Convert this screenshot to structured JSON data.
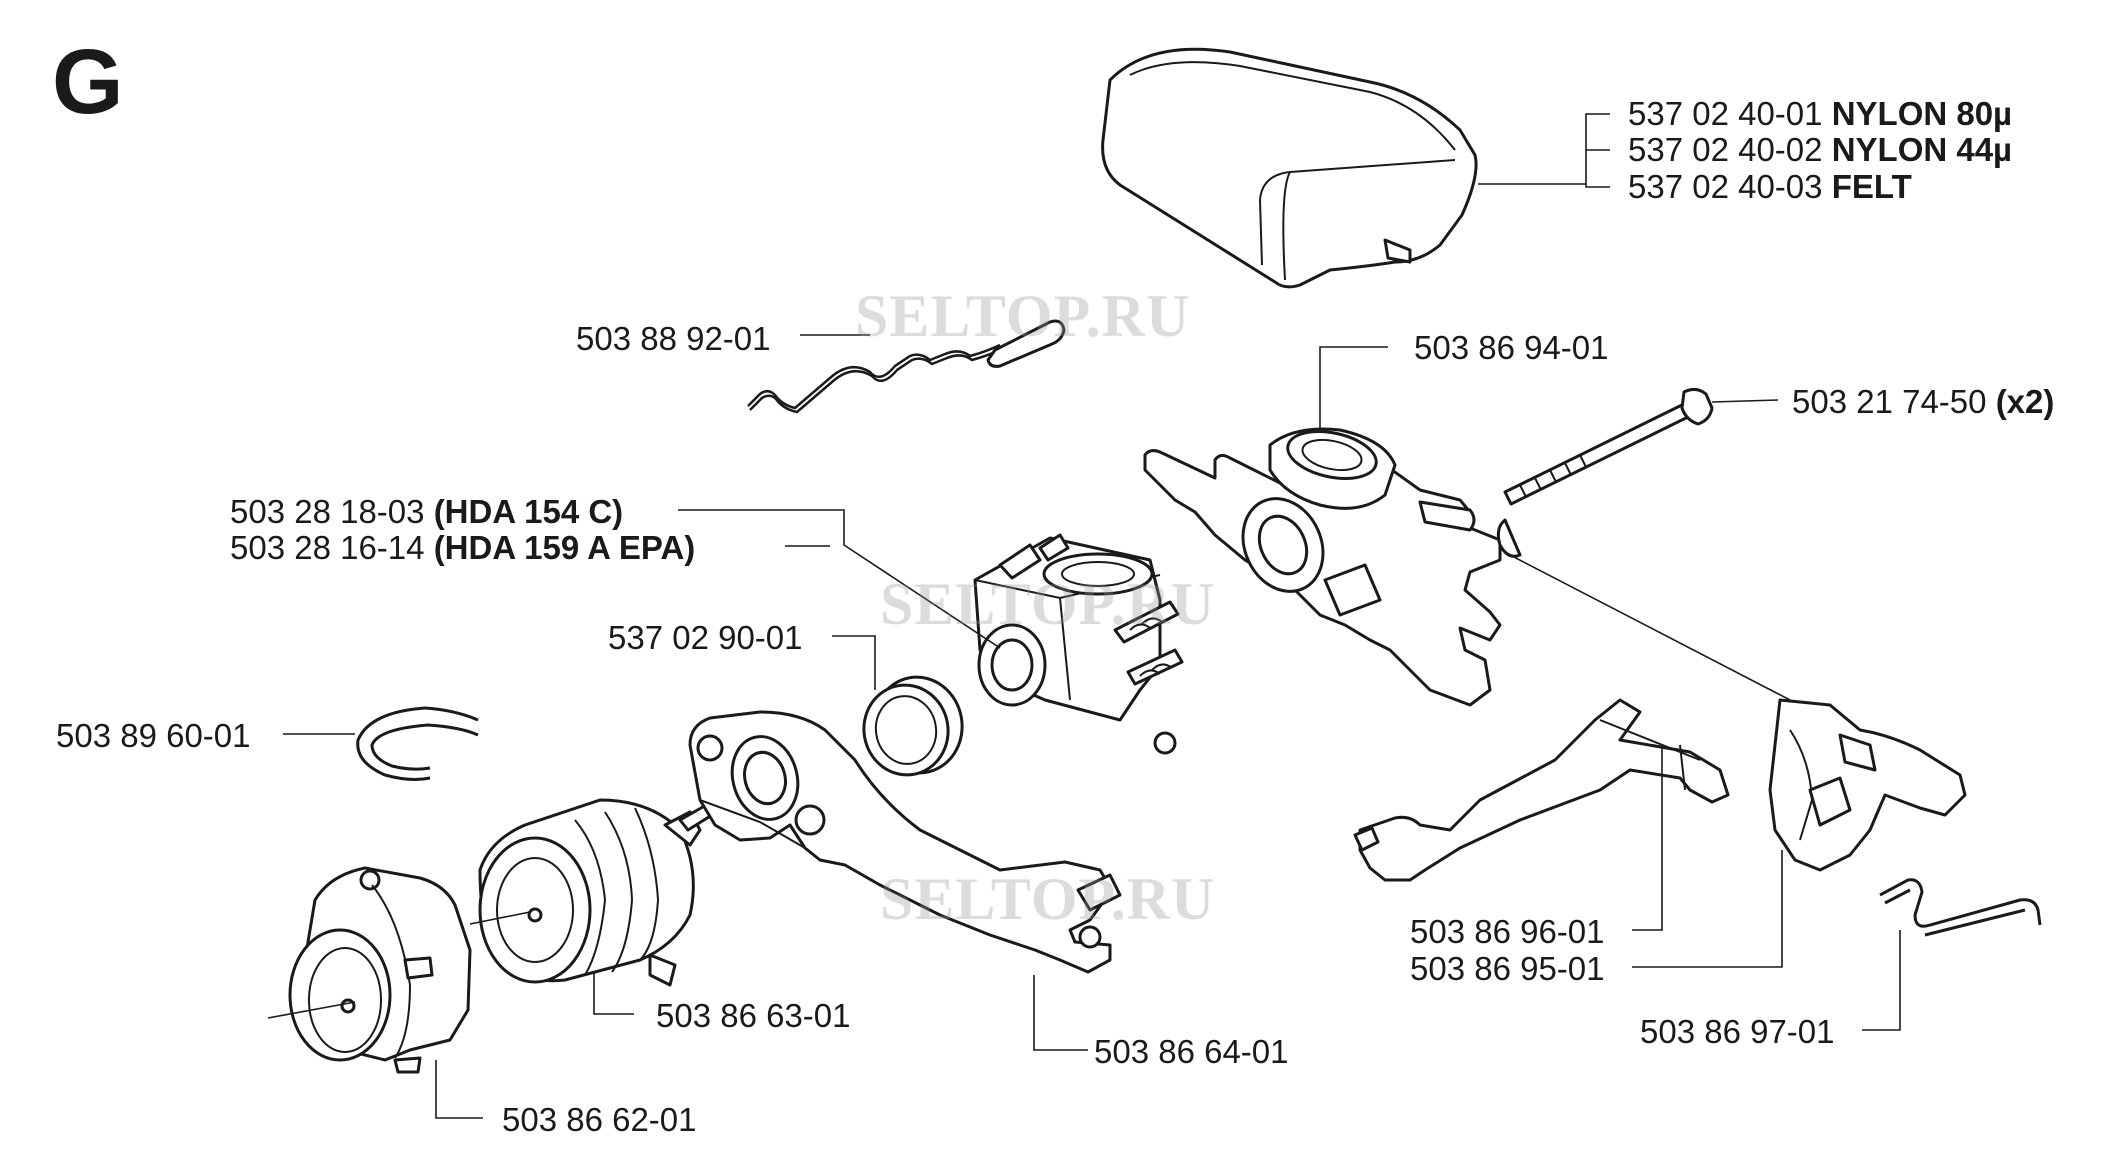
{
  "section_letter": "G",
  "watermark": "SELTOP.RU",
  "labels": {
    "filter_1": {
      "num": "537 02 40-01",
      "desc": "NYLON 80µ"
    },
    "filter_2": {
      "num": "537 02 40-02",
      "desc": "NYLON 44µ"
    },
    "filter_3": {
      "num": "537 02 40-03",
      "desc": "FELT"
    },
    "rod": {
      "num": "503 88 92-01"
    },
    "manifold": {
      "num": "503 86 94-01"
    },
    "bolt": {
      "num": "503 21 74-50",
      "desc": "(x2)"
    },
    "carb_1": {
      "num": "503 28 18-03",
      "desc": "(HDA 154 C)"
    },
    "carb_2": {
      "num": "503 28 16-14",
      "desc": "(HDA 159 A  EPA)"
    },
    "sleeve": {
      "num": "537 02 90-01"
    },
    "circlip": {
      "num": "503 89 60-01"
    },
    "lever_1": {
      "num": "503 86 96-01"
    },
    "lever_2": {
      "num": "503 86 95-01"
    },
    "spring": {
      "num": "503 86 97-01"
    },
    "boot": {
      "num": "503 86 63-01"
    },
    "bracket": {
      "num": "503 86 64-01"
    },
    "housing": {
      "num": "503 86 62-01"
    }
  }
}
